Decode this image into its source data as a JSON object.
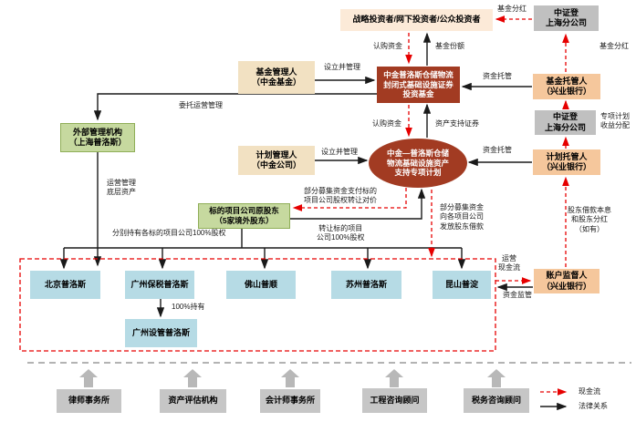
{
  "title": "REIT结构图",
  "colors": {
    "cash_flow_red": "#e60000",
    "legal_black": "#1a1a1a",
    "dark_red_box": "#a23b22",
    "custodian_peach": "#f5c79c",
    "manager_tan": "#f2e1c2",
    "investor_peach": "#fcead8",
    "registrar_gray": "#c0c0c0",
    "ops_green": "#c6d99f",
    "project_blue": "#b6dbe5",
    "intermediary_gray": "#c6c6c6"
  },
  "nodes": {
    "investors": "战略投资者/网下投资者/公众投资者",
    "csdc_top": "中证登\n上海分公司",
    "fund_manager": "基金管理人\n（中金基金）",
    "fund": "中金普洛斯仓储物流\n封闭式基础设施证券\n投资基金",
    "fund_custodian": "基金托管人\n（兴业银行）",
    "csdc_mid": "中证登\n上海分公司",
    "external_manager": "外部管理机构\n（上海普洛斯）",
    "plan_manager": "计划管理人\n（中金公司）",
    "abs_plan": "中金—普洛斯仓储\n物流基础设施资产\n支持专项计划",
    "plan_custodian": "计划托管人\n（兴业银行）",
    "original_shareholders": "标的项目公司原股东\n（5家境外股东）",
    "account_supervisor": "账户监督人\n（兴业银行）"
  },
  "project_companies": [
    "北京普洛斯",
    "广州保税普洛斯",
    "佛山普顺",
    "苏州普洛斯",
    "昆山普淀",
    "广州设管普洛斯"
  ],
  "intermediaries": [
    "律师事务所",
    "资产评估机构",
    "会计师事务所",
    "工程咨询顾问",
    "税务咨询顾问"
  ],
  "edge_labels": {
    "fund_dividend_top": "基金分红",
    "fund_dividend_right": "基金分红",
    "subscribe_top": "认购资金",
    "fund_shares": "基金份额",
    "setup_manage_top": "设立并管理",
    "fund_custody": "资金托管",
    "entrust_ops": "委托运营管理",
    "subscribe_mid": "认购资金",
    "abs_securities": "资产支持证券",
    "plan_income_dist": "专项计划\n收益分配",
    "setup_manage_mid": "设立并管理",
    "plan_custody": "资金托管",
    "ops_underlying": "运营管理\n底层资产",
    "pay_consideration": "部分募集资金支付标的\n项目公司股权转让对价",
    "shareholder_loan": "部分募集资金\n向各项目公司\n发放股东借款",
    "transfer_equity": "转让标的项目\n公司100%股权",
    "hold_equity": "分别持有各标的项目公司100%股权",
    "loan_principal": "股东借款本息\n和股东分红\n（如有）",
    "ops_cash_flow": "运营\n现金流",
    "fund_supervision": "资金监管",
    "hold_100": "100%持有"
  },
  "legend": {
    "cash_flow": "现金流",
    "legal_relation": "法律关系"
  }
}
